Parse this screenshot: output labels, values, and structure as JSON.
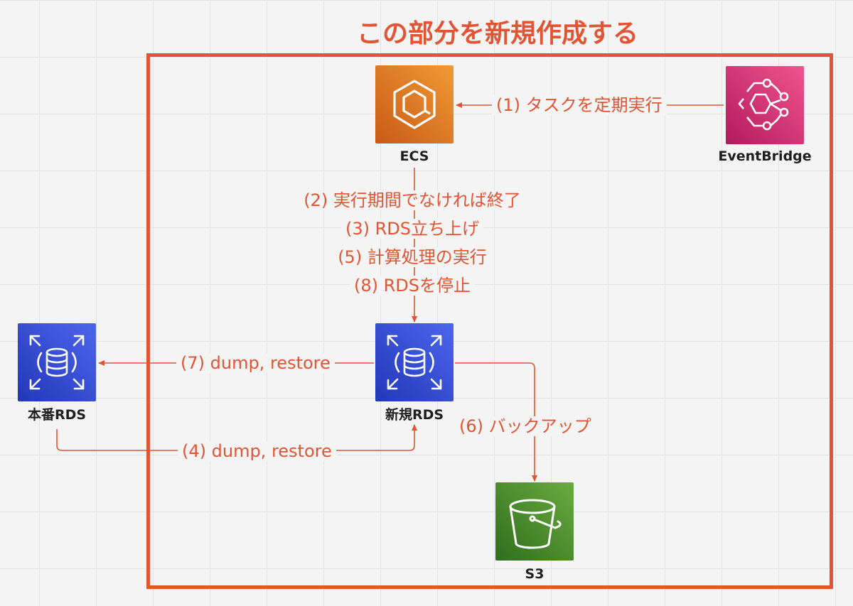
{
  "title": "この部分を新規作成する",
  "nodes": {
    "ecs": "ECS",
    "eventbridge": "EventBridge",
    "prod_rds": "本番RDS",
    "new_rds": "新規RDS",
    "s3": "S3"
  },
  "edges": {
    "schedule": "(1) タスクを定期実行",
    "steps": [
      "(2) 実行期間でなければ終了",
      "(3) RDS立ち上げ",
      "(5) 計算処理の実行",
      "(8) RDSを停止"
    ],
    "dump7": "(7) dump, restore",
    "dump4": "(4) dump, restore",
    "backup": "(6) バックアップ"
  },
  "colors": {
    "accent": "#e15434",
    "ecs": "#e7862b",
    "eventbridge": "#d6336f",
    "rds": "#3a4fd8",
    "s3": "#4e8a2d"
  },
  "icons": [
    "ecs-icon",
    "eventbridge-icon",
    "rds-icon",
    "s3-bucket-icon"
  ]
}
